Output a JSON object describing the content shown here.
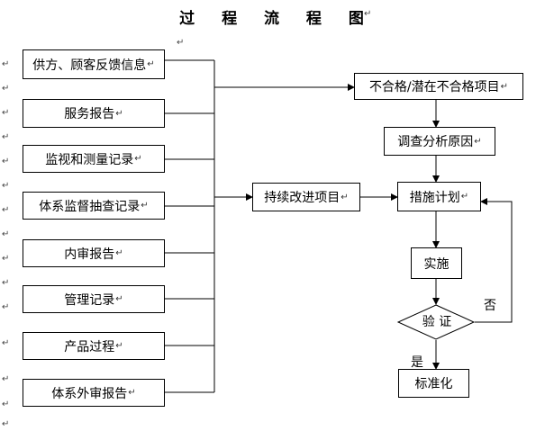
{
  "title": "过 程 流 程 图",
  "para_mark": "↵",
  "inputs": [
    "供方、顾客反馈信息",
    "服务报告",
    "监视和测量记录",
    "体系监督抽查记录",
    "内审报告",
    "管理记录",
    "产品过程",
    "体系外审报告"
  ],
  "nonconform": "不合格/潜在不合格项目",
  "investigate": "调查分析原因",
  "improve": "持续改进项目",
  "plan": "措施计划",
  "implement": "实施",
  "verify": "验 证",
  "no_label": "否",
  "yes_label": "是",
  "standardize": "标准化"
}
